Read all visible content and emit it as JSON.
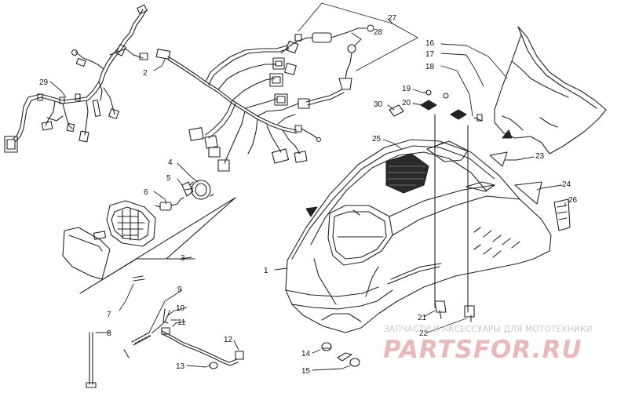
{
  "diagram": {
    "labels": [
      {
        "id": "l1",
        "text": "1"
      },
      {
        "id": "l2",
        "text": "2"
      },
      {
        "id": "l3",
        "text": "3"
      },
      {
        "id": "l4",
        "text": "4"
      },
      {
        "id": "l5",
        "text": "5"
      },
      {
        "id": "l6",
        "text": "6"
      },
      {
        "id": "l7",
        "text": "7"
      },
      {
        "id": "l8",
        "text": "8"
      },
      {
        "id": "l9",
        "text": "9"
      },
      {
        "id": "l10",
        "text": "10"
      },
      {
        "id": "l11",
        "text": "11"
      },
      {
        "id": "l12",
        "text": "12"
      },
      {
        "id": "l13",
        "text": "13"
      },
      {
        "id": "l14",
        "text": "14"
      },
      {
        "id": "l15",
        "text": "15"
      },
      {
        "id": "l16",
        "text": "16"
      },
      {
        "id": "l17",
        "text": "17"
      },
      {
        "id": "l18",
        "text": "18"
      },
      {
        "id": "l19",
        "text": "19"
      },
      {
        "id": "l20",
        "text": "20"
      },
      {
        "id": "l21",
        "text": "21"
      },
      {
        "id": "l22",
        "text": "22"
      },
      {
        "id": "l23",
        "text": "23"
      },
      {
        "id": "l24",
        "text": "24"
      },
      {
        "id": "l25",
        "text": "25"
      },
      {
        "id": "l26",
        "text": "26"
      },
      {
        "id": "l27",
        "text": "27"
      },
      {
        "id": "l28",
        "text": "28"
      },
      {
        "id": "l29",
        "text": "29"
      },
      {
        "id": "l30",
        "text": "30"
      }
    ]
  },
  "watermark": {
    "subtitle": "ЗАПЧАСТИ И АКСЕССУАРЫ ДЛЯ МОТОТЕХНИКИ",
    "brand": "PARTSFOR.RU"
  },
  "colors": {
    "line": "#222222",
    "watermark_brand": "#e9b8b8",
    "watermark_text": "#c8c8c8"
  }
}
